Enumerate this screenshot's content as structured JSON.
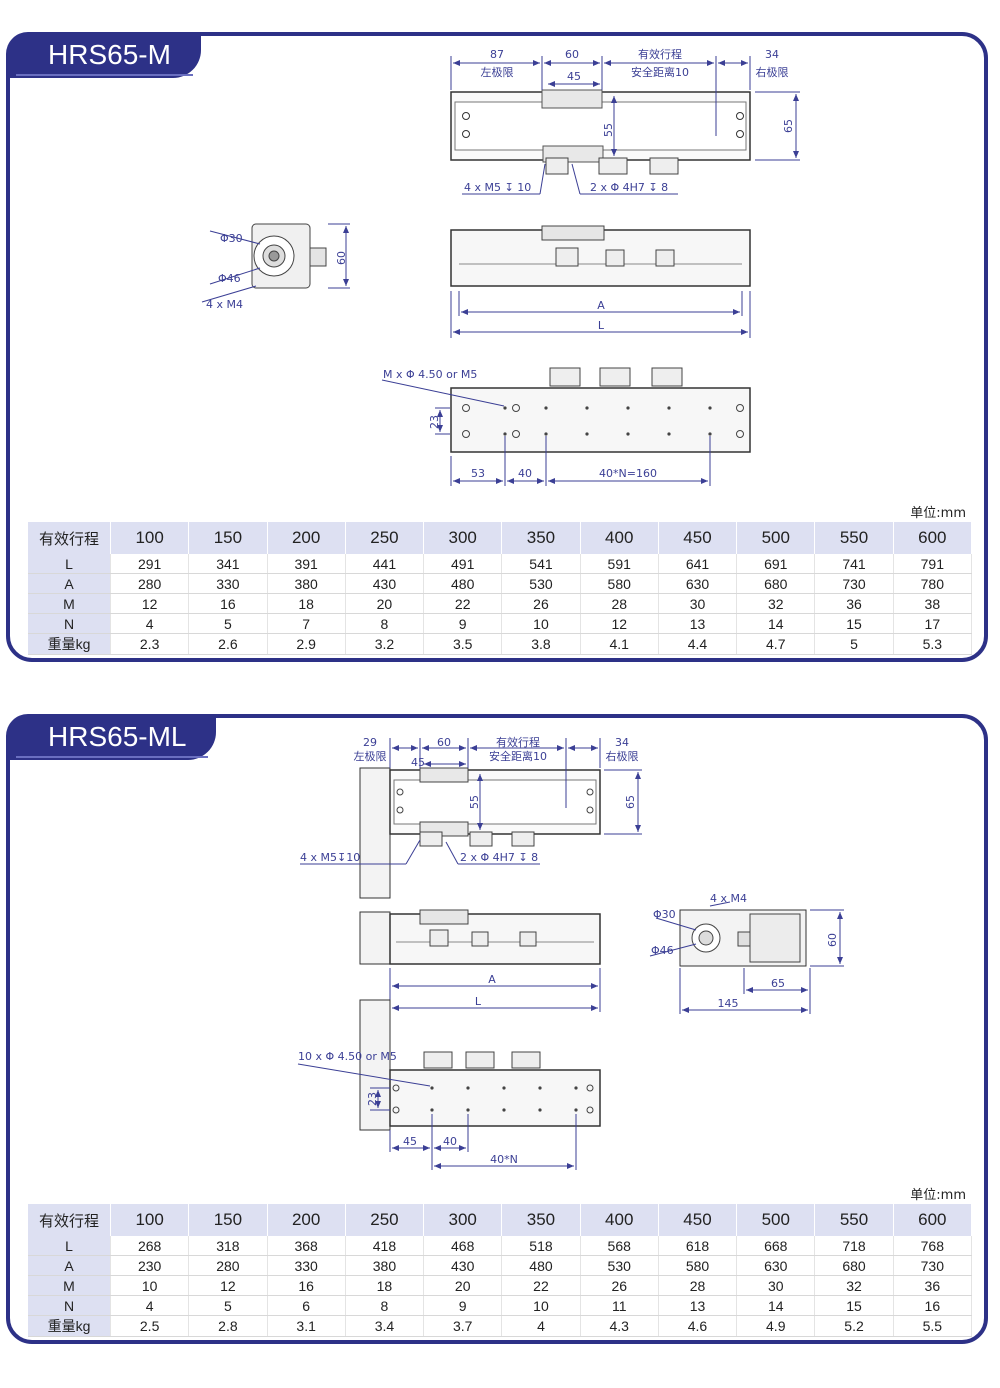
{
  "unit_label": "单位:mm",
  "sections": [
    {
      "title": "HRS65-M",
      "drawing": {
        "left_limit_dim": "87",
        "left_limit": "左极限",
        "slider_dim": "60",
        "slider_inner": "45",
        "stroke_label": "有效行程",
        "safety_label": "安全距离10",
        "right_limit_dim": "34",
        "right_limit": "右极限",
        "height_55": "55",
        "height_65": "65",
        "tap_note": "4 x  M5 ↧ 10",
        "pin_note": "2 x Φ 4H7 ↧ 8",
        "dia30": "Φ30",
        "dia46": "Φ46",
        "motor_holes": "4 x  M4",
        "side_60": "60",
        "dim_A": "A",
        "dim_L": "L",
        "mount_note": "M x  Φ 4.50 or M5",
        "dim_23": "23",
        "dim_53": "53",
        "dim_40": "40",
        "pitch": "40*N=160"
      },
      "table": {
        "header": [
          "有效行程",
          "100",
          "150",
          "200",
          "250",
          "300",
          "350",
          "400",
          "450",
          "500",
          "550",
          "600"
        ],
        "rows": [
          [
            "L",
            "291",
            "341",
            "391",
            "441",
            "491",
            "541",
            "591",
            "641",
            "691",
            "741",
            "791"
          ],
          [
            "A",
            "280",
            "330",
            "380",
            "430",
            "480",
            "530",
            "580",
            "630",
            "680",
            "730",
            "780"
          ],
          [
            "M",
            "12",
            "16",
            "18",
            "20",
            "22",
            "26",
            "28",
            "30",
            "32",
            "36",
            "38"
          ],
          [
            "N",
            "4",
            "5",
            "7",
            "8",
            "9",
            "10",
            "12",
            "13",
            "14",
            "15",
            "17"
          ],
          [
            "重量kg",
            "2.3",
            "2.6",
            "2.9",
            "3.2",
            "3.5",
            "3.8",
            "4.1",
            "4.4",
            "4.7",
            "5",
            "5.3"
          ]
        ]
      }
    },
    {
      "title": "HRS65-ML",
      "drawing": {
        "left_limit_dim": "29",
        "left_limit": "左极限",
        "slider_dim": "60",
        "slider_inner": "45",
        "stroke_label": "有效行程",
        "safety_label": "安全距离10",
        "right_limit_dim": "34",
        "right_limit": "右极限",
        "height_55": "55",
        "height_65": "65",
        "tap_note": "4 x  M5↧10",
        "pin_note": "2 x Φ 4H7 ↧ 8",
        "motor_holes": "4 x  M4",
        "dia30": "Φ30",
        "dia46": "Φ46",
        "side_60": "60",
        "dim_65": "65",
        "dim_145": "145",
        "dim_A": "A",
        "dim_L": "L",
        "mount_note": "10 x  Φ 4.50 or M5",
        "dim_23": "23",
        "dim_45": "45",
        "dim_40": "40",
        "pitch": "40*N"
      },
      "table": {
        "header": [
          "有效行程",
          "100",
          "150",
          "200",
          "250",
          "300",
          "350",
          "400",
          "450",
          "500",
          "550",
          "600"
        ],
        "rows": [
          [
            "L",
            "268",
            "318",
            "368",
            "418",
            "468",
            "518",
            "568",
            "618",
            "668",
            "718",
            "768"
          ],
          [
            "A",
            "230",
            "280",
            "330",
            "380",
            "430",
            "480",
            "530",
            "580",
            "630",
            "680",
            "730"
          ],
          [
            "M",
            "10",
            "12",
            "16",
            "18",
            "20",
            "22",
            "26",
            "28",
            "30",
            "32",
            "36"
          ],
          [
            "N",
            "4",
            "5",
            "6",
            "8",
            "9",
            "10",
            "11",
            "13",
            "14",
            "15",
            "16"
          ],
          [
            "重量kg",
            "2.5",
            "2.8",
            "3.1",
            "3.4",
            "3.7",
            "4",
            "4.3",
            "4.6",
            "4.9",
            "5.2",
            "5.5"
          ]
        ]
      }
    }
  ]
}
